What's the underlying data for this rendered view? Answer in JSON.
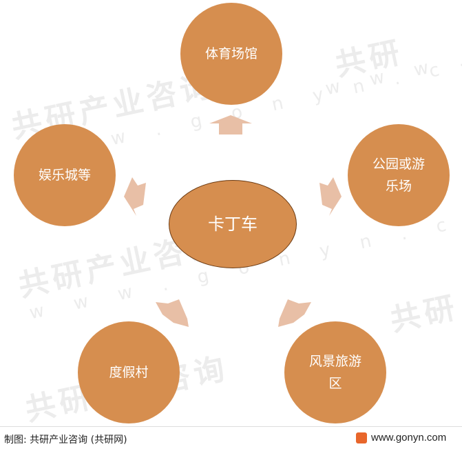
{
  "diagram": {
    "center": "卡丁车",
    "nodes": {
      "top": "体育场馆",
      "left": "娱乐城等",
      "right": "公园或游\n乐场",
      "bottom_left": "度假村",
      "bottom_right": "风景旅游\n区"
    }
  },
  "watermark": {
    "brand_cn": "共研产业咨询",
    "brand_short": "共研",
    "url_text": "w w w . g o n y n . c o m"
  },
  "footer": {
    "source": "制图: 共研产业咨询 (共研网)",
    "url": "www.gonyn.com"
  },
  "colors": {
    "node_fill": "#d68e4f",
    "center_border": "#6b3a12",
    "arrow_fill": "#e8bfa6",
    "logo": "#e8662b"
  }
}
